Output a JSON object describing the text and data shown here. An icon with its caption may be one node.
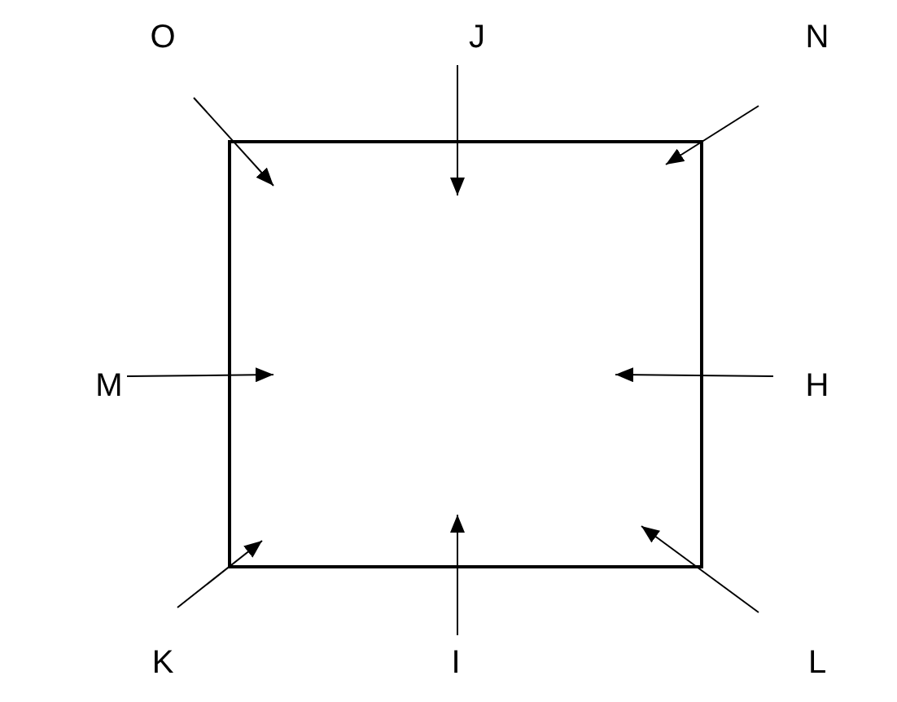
{
  "diagram": {
    "nodes": [
      {
        "text": [
          "O"
        ]
      },
      {
        "text": [
          "J"
        ]
      },
      {
        "text": [
          "N"
        ]
      },
      {
        "text": [],
        "shape": "box"
      },
      {
        "text": [
          "M"
        ]
      },
      {
        "text": [
          "H"
        ]
      },
      {
        "text": [
          "K"
        ]
      },
      {
        "text": [
          "I"
        ]
      },
      {
        "text": [
          "L"
        ]
      }
    ],
    "edges": [
      {
        "from": 0,
        "to": 3,
        "arrow": "to"
      },
      {
        "from": 1,
        "to": 3,
        "arrow": "to"
      },
      {
        "from": 2,
        "to": 3,
        "arrow": "to"
      },
      {
        "from": 4,
        "to": 3,
        "arrow": "to"
      },
      {
        "from": 5,
        "to": 3,
        "arrow": "to"
      },
      {
        "from": 6,
        "to": 3,
        "arrow": "to"
      },
      {
        "from": 7,
        "to": 3,
        "arrow": "to"
      },
      {
        "from": 8,
        "to": 3,
        "arrow": "to"
      }
    ]
  }
}
